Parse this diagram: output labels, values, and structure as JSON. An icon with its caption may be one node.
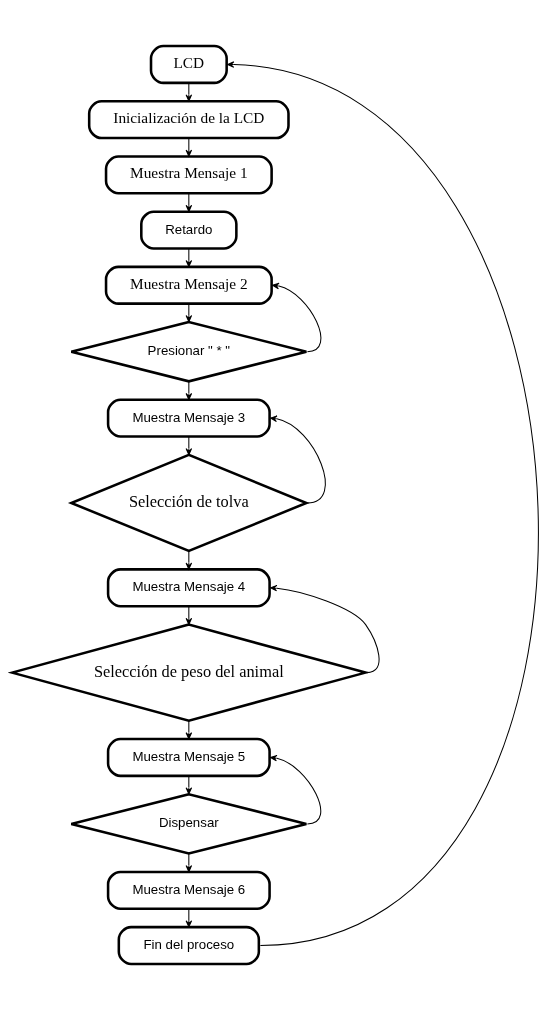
{
  "diagram": {
    "nodes": [
      {
        "text": [
          "LCD"
        ]
      },
      {
        "text": [
          "Inicialización de la LCD"
        ]
      },
      {
        "text": [
          "Muestra Mensaje 1"
        ]
      },
      {
        "text": [
          "Retardo"
        ]
      },
      {
        "text": [
          "Muestra Mensaje 2"
        ]
      },
      {
        "text": [
          "Presionar \" * \""
        ]
      },
      {
        "text": [
          "Muestra Mensaje 3"
        ]
      },
      {
        "text": [
          "Selección de tolva"
        ]
      },
      {
        "text": [
          "Muestra Mensaje 4"
        ]
      },
      {
        "text": [
          "Selección de peso del animal"
        ]
      },
      {
        "text": [
          "Muestra Mensaje 5"
        ]
      },
      {
        "text": [
          "Dispensar"
        ]
      },
      {
        "text": [
          "Muestra Mensaje 6"
        ]
      },
      {
        "text": [
          "Fin del proceso"
        ]
      }
    ],
    "edges": [
      {
        "from": 0,
        "to": 1,
        "arrow": "to"
      },
      {
        "from": 1,
        "to": 2,
        "arrow": "to"
      },
      {
        "from": 2,
        "to": 3,
        "arrow": "to"
      },
      {
        "from": 3,
        "to": 4,
        "arrow": "to"
      },
      {
        "from": 4,
        "to": 5,
        "arrow": "to"
      },
      {
        "from": 5,
        "to": 4,
        "arrow": "to"
      },
      {
        "from": 5,
        "to": 6,
        "arrow": "to"
      },
      {
        "from": 6,
        "to": 7,
        "arrow": "to"
      },
      {
        "from": 7,
        "to": 6,
        "arrow": "to"
      },
      {
        "from": 7,
        "to": 8,
        "arrow": "to"
      },
      {
        "from": 8,
        "to": 9,
        "arrow": "to"
      },
      {
        "from": 9,
        "to": 8,
        "arrow": "to"
      },
      {
        "from": 9,
        "to": 10,
        "arrow": "to"
      },
      {
        "from": 10,
        "to": 11,
        "arrow": "to"
      },
      {
        "from": 11,
        "to": 10,
        "arrow": "to"
      },
      {
        "from": 11,
        "to": 12,
        "arrow": "to"
      },
      {
        "from": 12,
        "to": 13,
        "arrow": "to"
      },
      {
        "from": 13,
        "to": 0,
        "arrow": "to"
      }
    ]
  }
}
